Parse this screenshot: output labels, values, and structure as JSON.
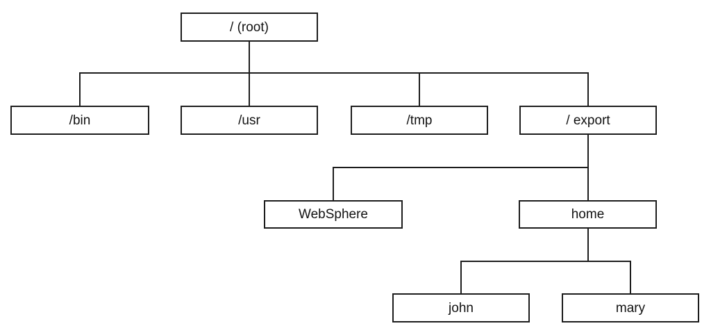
{
  "diagram": {
    "type": "tree",
    "description": "Unix filesystem directory hierarchy",
    "line_color": "#1c1c1c",
    "background_color": "#ffffff",
    "text_color": "#111111",
    "nodes": {
      "root": {
        "label": "/ (root)"
      },
      "bin": {
        "label": "/bin"
      },
      "usr": {
        "label": "/usr"
      },
      "tmp": {
        "label": "/tmp"
      },
      "export": {
        "label": "/ export"
      },
      "websphere": {
        "label": "WebSphere"
      },
      "home": {
        "label": "home"
      },
      "john": {
        "label": "john"
      },
      "mary": {
        "label": "mary"
      }
    },
    "edges": [
      {
        "from": "root",
        "to": "bin"
      },
      {
        "from": "root",
        "to": "usr"
      },
      {
        "from": "root",
        "to": "tmp"
      },
      {
        "from": "root",
        "to": "export"
      },
      {
        "from": "export",
        "to": "websphere"
      },
      {
        "from": "export",
        "to": "home"
      },
      {
        "from": "home",
        "to": "john"
      },
      {
        "from": "home",
        "to": "mary"
      }
    ]
  }
}
